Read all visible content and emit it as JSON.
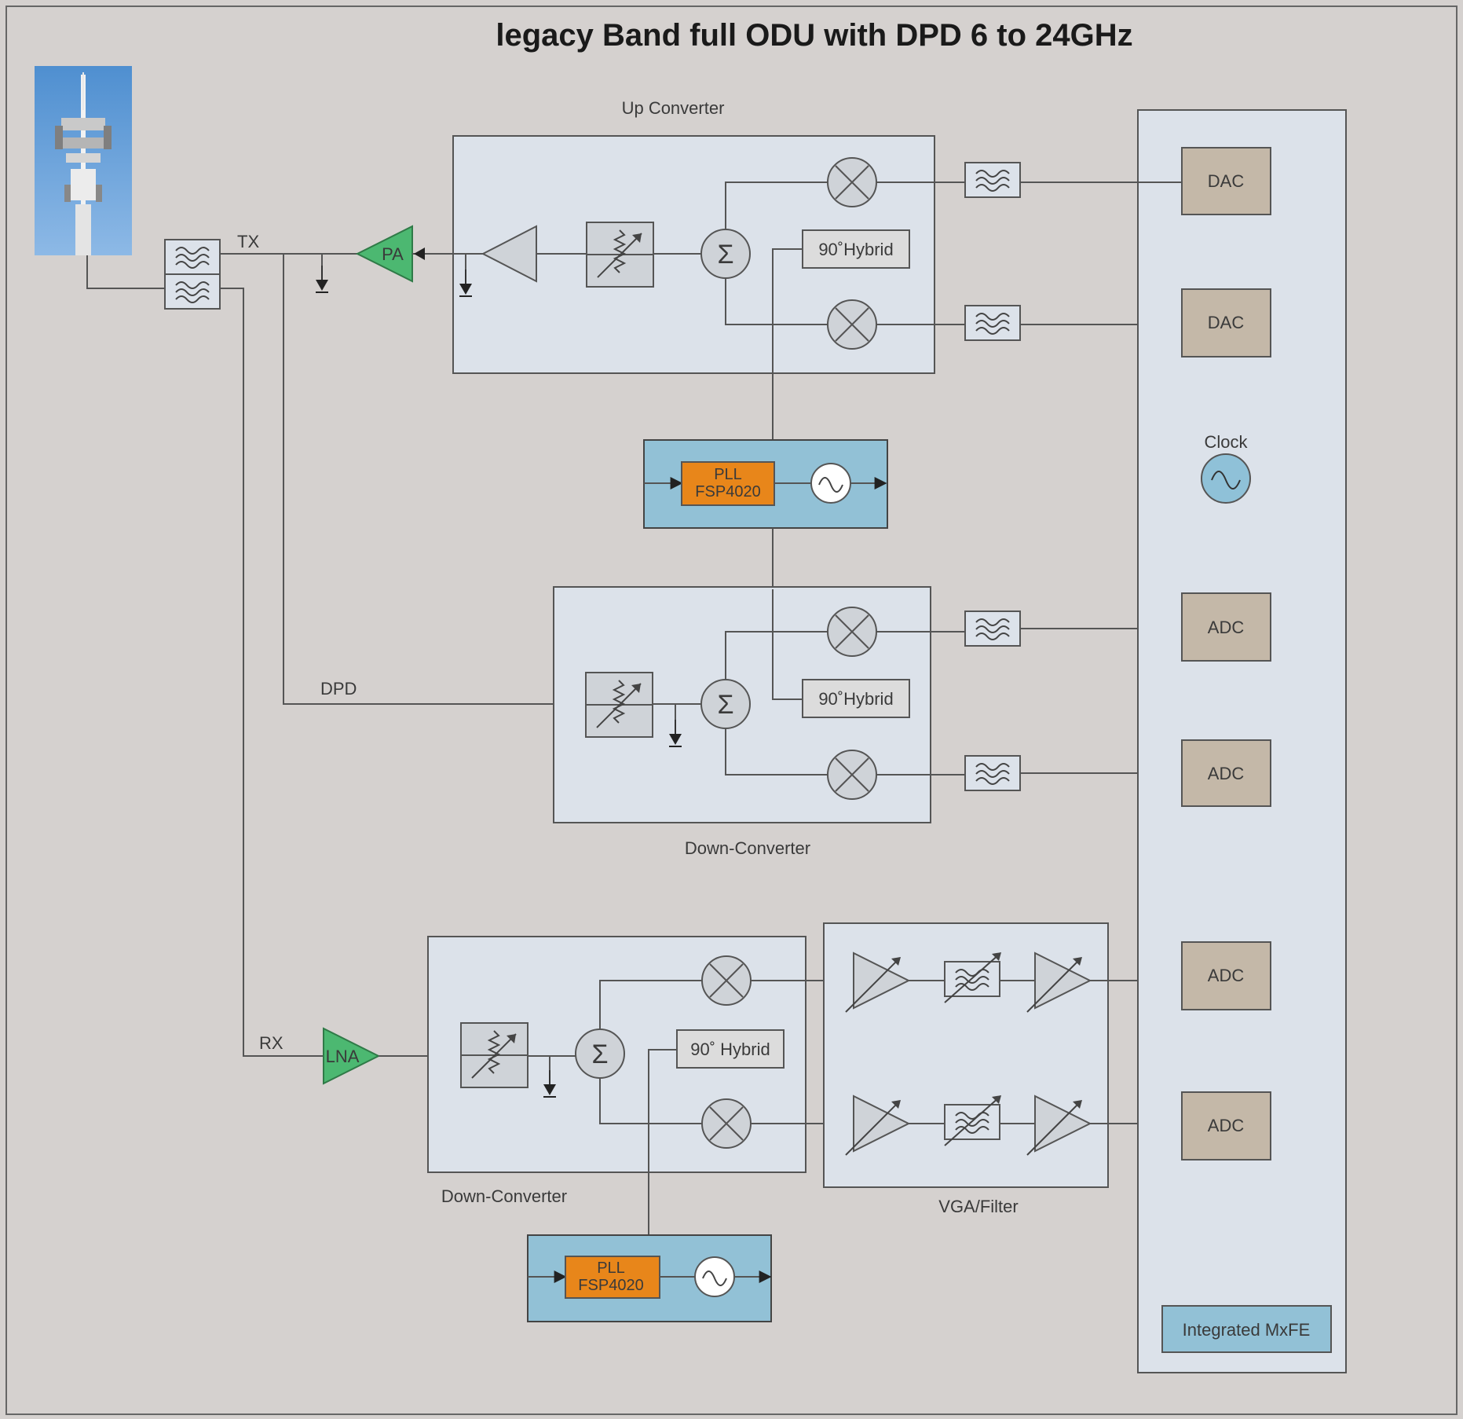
{
  "title": "legacy Band full ODU with DPD 6 to 24GHz",
  "blocks": {
    "up_converter": "Up Converter",
    "down_converter_dpd": "Down-Converter",
    "down_converter_rx": "Down-Converter",
    "vga_filter": "VGA/Filter",
    "mxfe": "Integrated MxFE"
  },
  "signals": {
    "tx": "TX",
    "dpd": "DPD",
    "rx": "RX"
  },
  "amplifiers": {
    "pa": "PA",
    "lna": "LNA"
  },
  "hybrids": {
    "up": "90˚Hybrid",
    "dpd": "90˚Hybrid",
    "rx": "90˚ Hybrid"
  },
  "pll": {
    "top_line1": "PLL",
    "top_line2": "FSP4020",
    "bottom_line1": "PLL",
    "bottom_line2": "FSP4020"
  },
  "converters": {
    "dac1": "DAC",
    "dac2": "DAC",
    "adc1": "ADC",
    "adc2": "ADC",
    "adc3": "ADC",
    "adc4": "ADC"
  },
  "clock": "Clock",
  "sum_symbol": "Σ",
  "colors": {
    "background": "#d5d1cf",
    "block": "#dce2ea",
    "pll_block": "#92c1d6",
    "converter": "#c4b8a8",
    "amplifier": "#4cb871",
    "pll_chip": "#e8861a"
  },
  "icons": [
    "antenna-tower-photo",
    "filter-icon",
    "mixer-icon",
    "attenuator-icon",
    "ground-icon",
    "oscillator-icon",
    "amplifier-icon"
  ]
}
